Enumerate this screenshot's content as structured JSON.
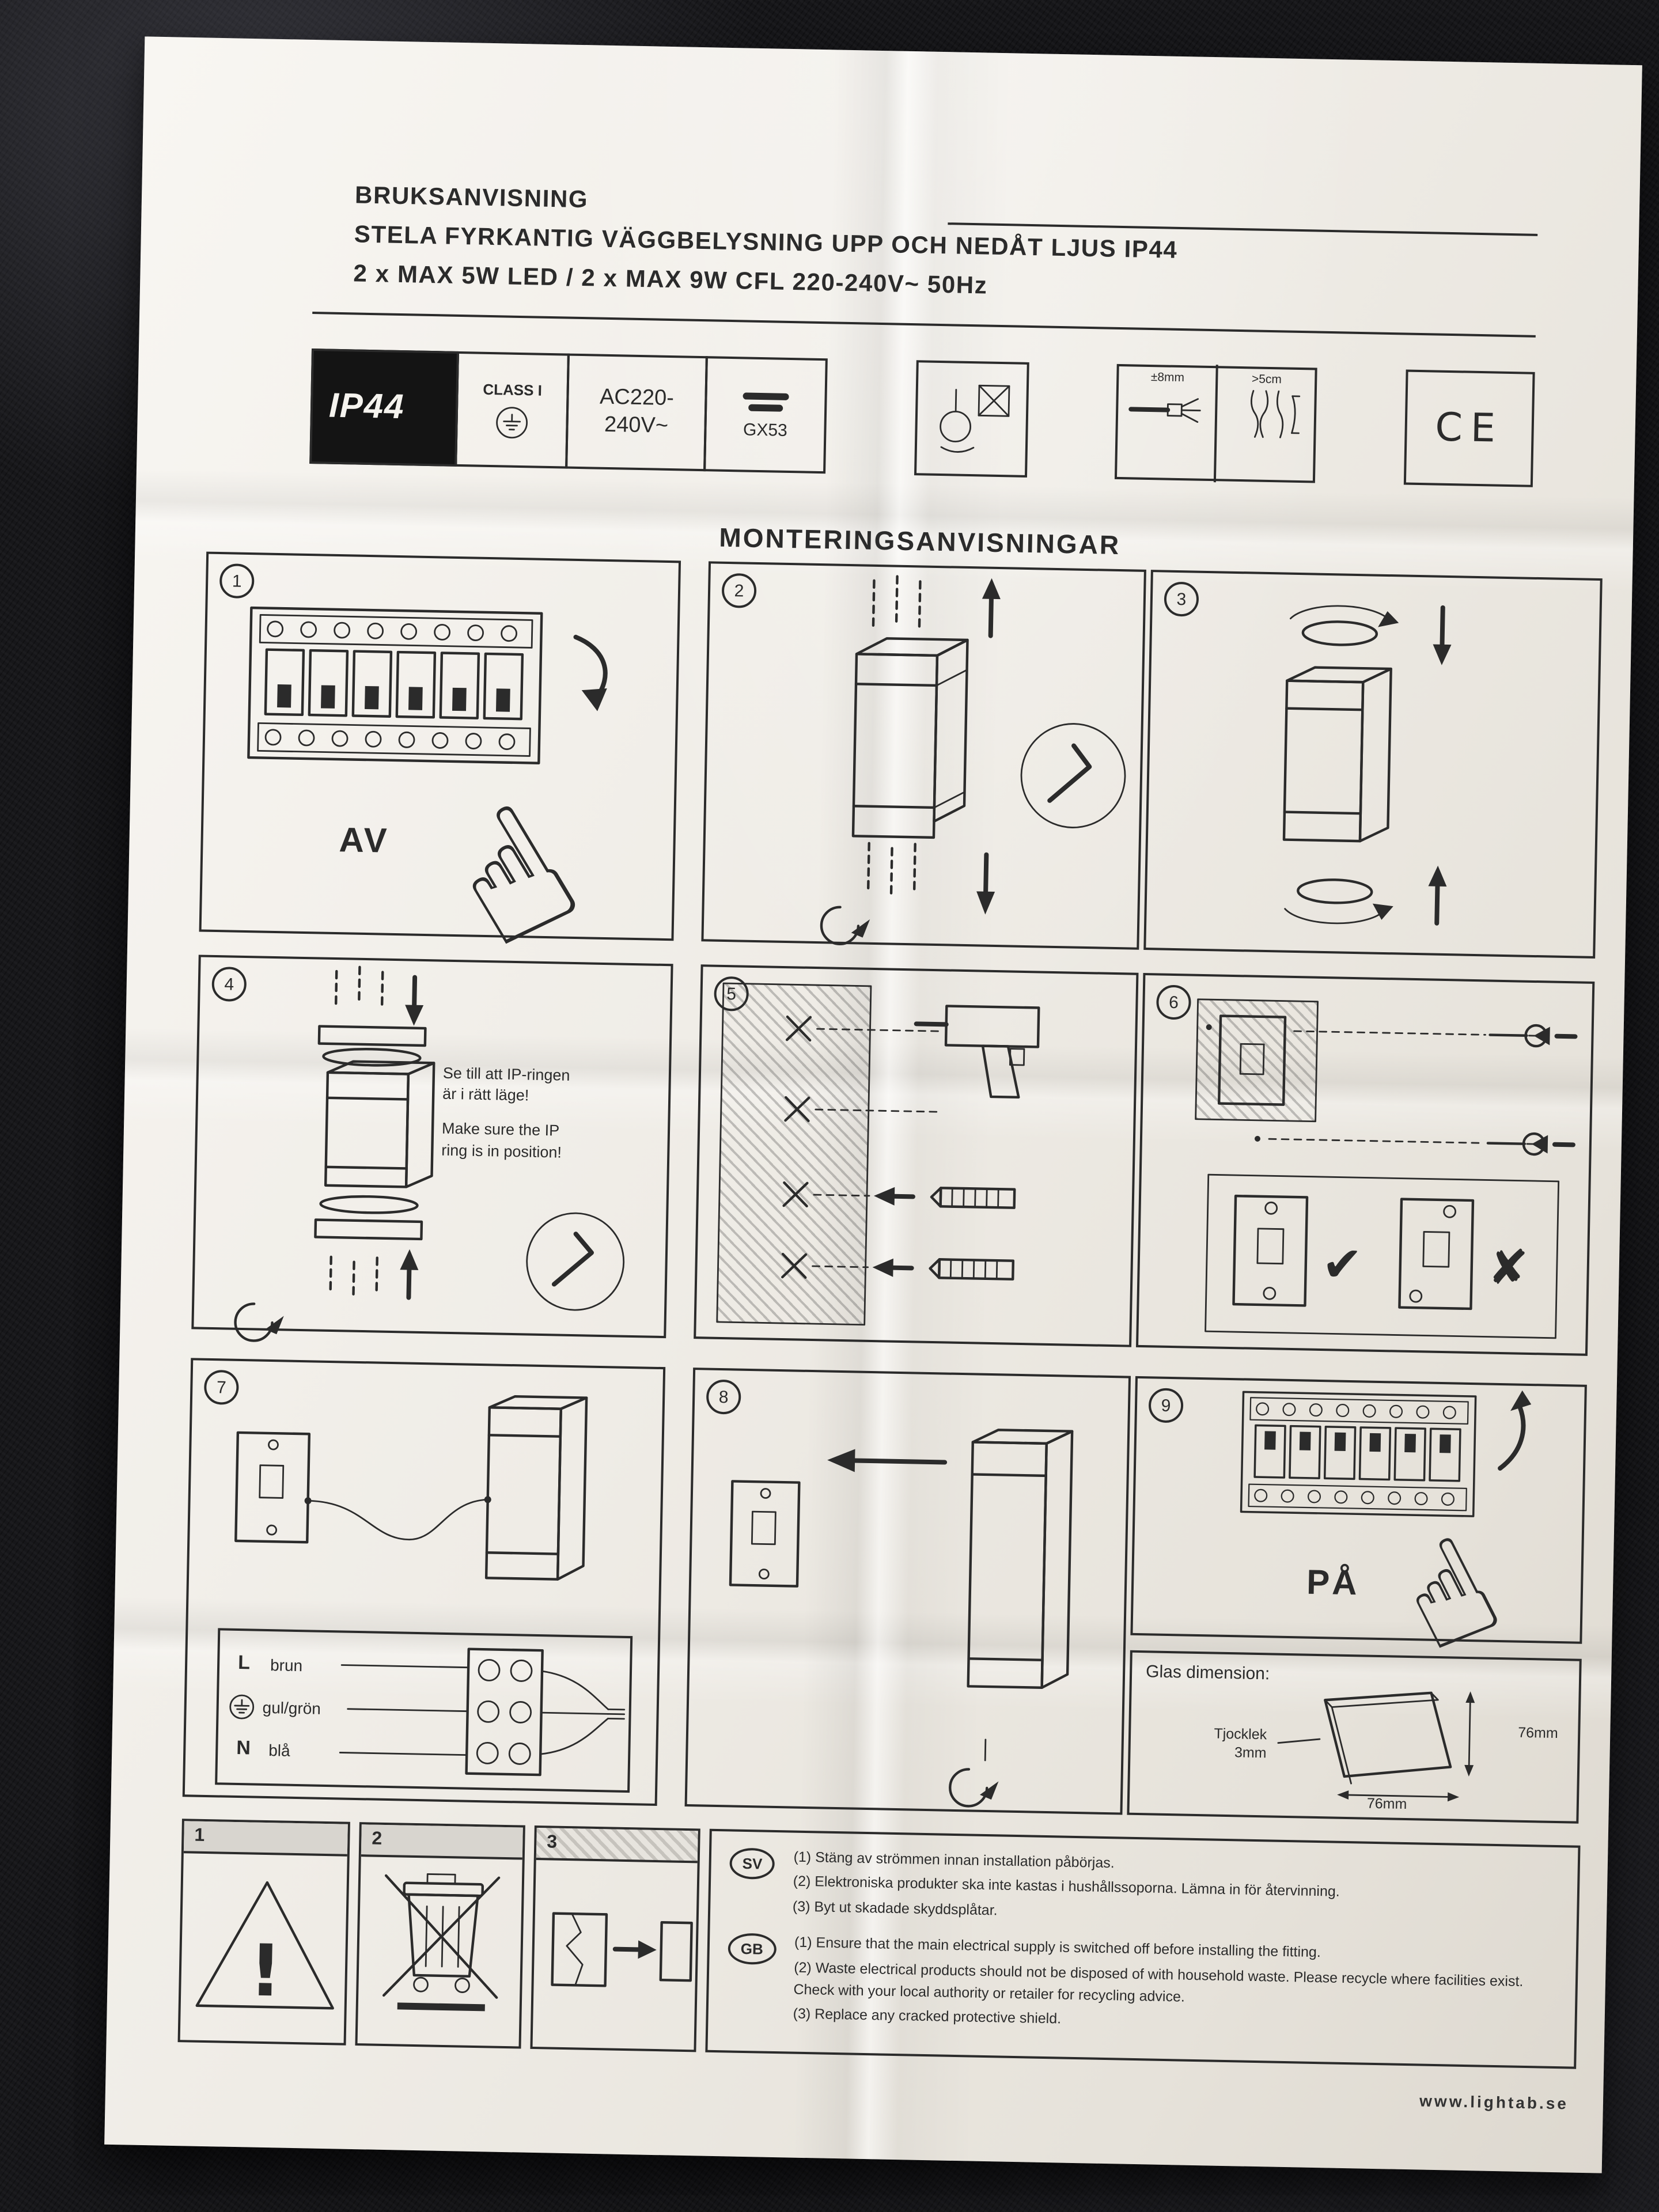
{
  "header": {
    "line1": "BRUKSANVISNING",
    "line2": "STELA FYRKANTIG VÄGGBELYSNING UPP OCH NEDÅT LJUS IP44",
    "line3": "2 x MAX 5W LED / 2 x MAX 9W CFL 220-240V~ 50Hz"
  },
  "specs": {
    "ip_rating": "IP44",
    "class_label": "CLASS I",
    "voltage_line1": "AC220-",
    "voltage_line2": "240V~",
    "lamp_base": "GX53",
    "strip_length": "±8mm",
    "wire_length": ">5cm",
    "ce_mark": "CE"
  },
  "section_heading": "MONTERINGSANVISNINGAR",
  "steps": [
    {
      "number": "1",
      "label": "AV"
    },
    {
      "number": "2"
    },
    {
      "number": "3"
    },
    {
      "number": "4",
      "note_sv_1": "Se till att IP-ringen",
      "note_sv_2": "är i rätt läge!",
      "note_en_1": "Make sure the IP",
      "note_en_2": "ring is in position!"
    },
    {
      "number": "5"
    },
    {
      "number": "6"
    },
    {
      "number": "7"
    },
    {
      "number": "8"
    },
    {
      "number": "9",
      "label": "PÅ"
    }
  ],
  "wiring": {
    "live_label": "L",
    "live_color": "brun",
    "earth_color": "gul/grön",
    "neutral_label": "N",
    "neutral_color": "blå"
  },
  "glass": {
    "title": "Glas dimension:",
    "thickness_label": "Tjocklek",
    "thickness_value": "3mm",
    "width": "76mm",
    "height": "76mm"
  },
  "warning_boxes": {
    "box1": "1",
    "box2": "2",
    "box3": "3"
  },
  "notes": {
    "sv_label": "SV",
    "sv_lines": [
      "(1) Stäng av strömmen innan installation påbörjas.",
      "(2) Elektroniska produkter ska inte kastas i hushållssoporna. Lämna in för återvinning.",
      "(3) Byt ut skadade skyddsplåtar."
    ],
    "gb_label": "GB",
    "gb_lines": [
      "(1) Ensure that the main electrical supply is switched off before installing the fitting.",
      "(2) Waste electrical products should not be disposed of with household waste. Please recycle where facilities exist. Check with your local authority or retailer for recycling advice.",
      "(3) Replace any cracked protective shield."
    ]
  },
  "footer": {
    "website": "www.lightab.se"
  },
  "icons": {
    "hand_point": "☝",
    "check": "✔",
    "cross": "✘",
    "exclamation": "!"
  }
}
